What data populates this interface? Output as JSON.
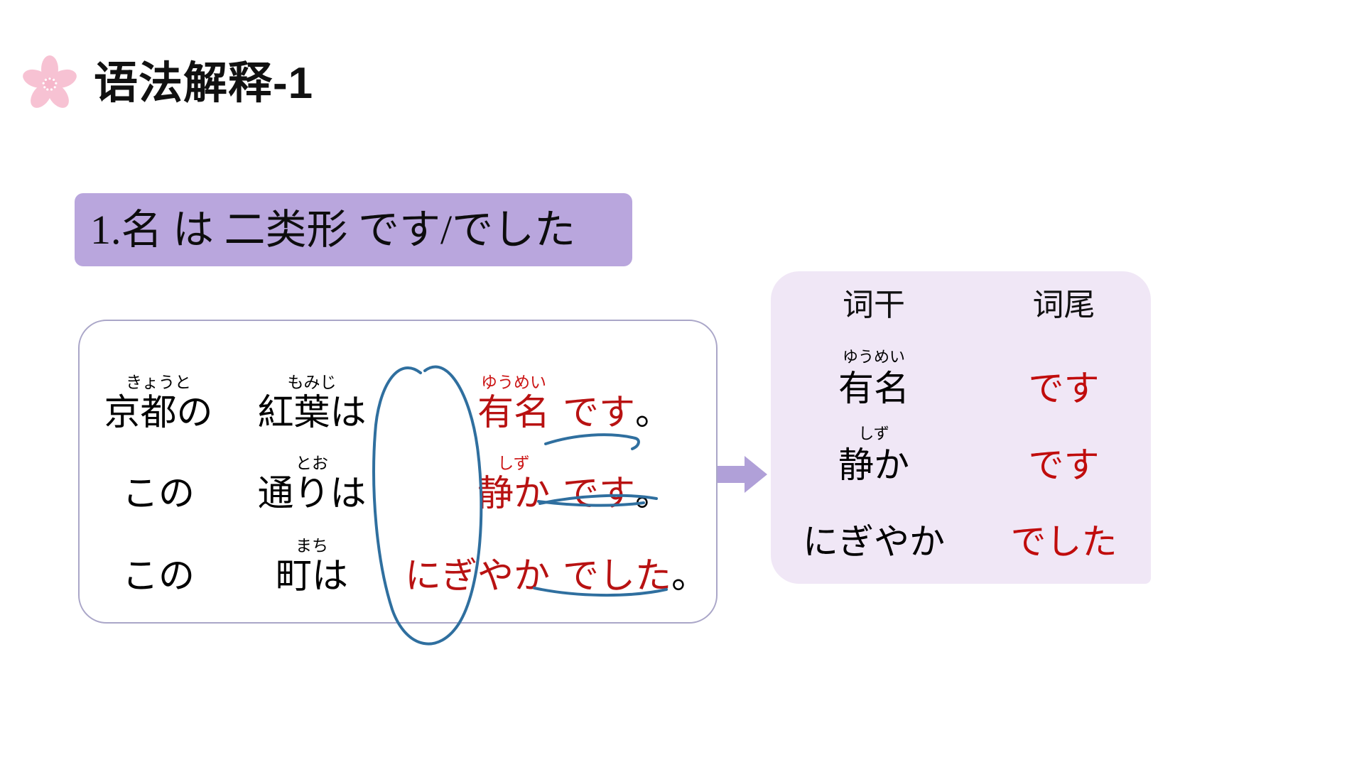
{
  "slide": {
    "title": "语法解释-1",
    "icon": "sakura-flower-icon"
  },
  "banner": {
    "text": "1.名 は 二类形 です/でした",
    "color": "#b9a6dd"
  },
  "example_box": {
    "rows": [
      {
        "subject": {
          "base": "京都の",
          "ruby": "きょうと"
        },
        "topic": {
          "base": "紅葉は",
          "ruby": "もみじ"
        },
        "adjective": {
          "base": "有名",
          "ruby": "ゆうめい"
        },
        "copula": "です",
        "period": "。"
      },
      {
        "subject": {
          "base": "この",
          "ruby": ""
        },
        "topic": {
          "base": "通りは",
          "ruby": "とお"
        },
        "adjective": {
          "base": "静か",
          "ruby": "しず"
        },
        "copula": "です",
        "period": "。"
      },
      {
        "subject": {
          "base": "この",
          "ruby": ""
        },
        "topic": {
          "base": "町は",
          "ruby": "まち"
        },
        "adjective": {
          "base": "にぎやか",
          "ruby": ""
        },
        "copula": "でした",
        "period": "。"
      }
    ]
  },
  "arrow": {
    "label": "flow-arrow",
    "color": "#b0a0d8"
  },
  "summary": {
    "headers": {
      "stem": "词干",
      "ending": "词尾"
    },
    "rows": [
      {
        "stem": "有名",
        "stem_ruby": "ゆうめい",
        "ending": "です"
      },
      {
        "stem": "静か",
        "stem_ruby": "しず",
        "ending": "です"
      },
      {
        "stem": "にぎやか",
        "stem_ruby": "",
        "ending": "でした"
      }
    ],
    "background": "#f0e7f6",
    "ending_color": "#c00c0c"
  },
  "annotations": {
    "ellipse": "blue-hand-drawn-ellipse-around-stems",
    "mark_row2": "blue-hand-drawn-bracket-around-desu",
    "mark_row3": "blue-hand-drawn-bracket-around-deshita",
    "ink_color": "#2f6f9f"
  },
  "colors": {
    "red_text": "#b81212",
    "banner_purple": "#b9a6dd",
    "panel_lilac": "#f0e7f6",
    "sakura_pink": "#f8c4d4",
    "ink_blue": "#2f6f9f"
  }
}
